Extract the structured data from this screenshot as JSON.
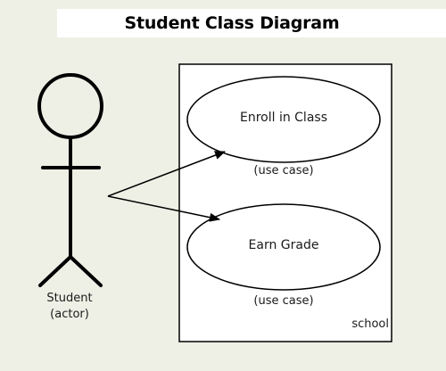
{
  "title": "Student Class Diagram",
  "actor": {
    "name": "Student",
    "role": "(actor)"
  },
  "system": {
    "label": "school"
  },
  "use_cases": [
    {
      "name": "Enroll in Class",
      "caption": "(use case)"
    },
    {
      "name": "Earn Grade",
      "caption": "(use case)"
    }
  ]
}
